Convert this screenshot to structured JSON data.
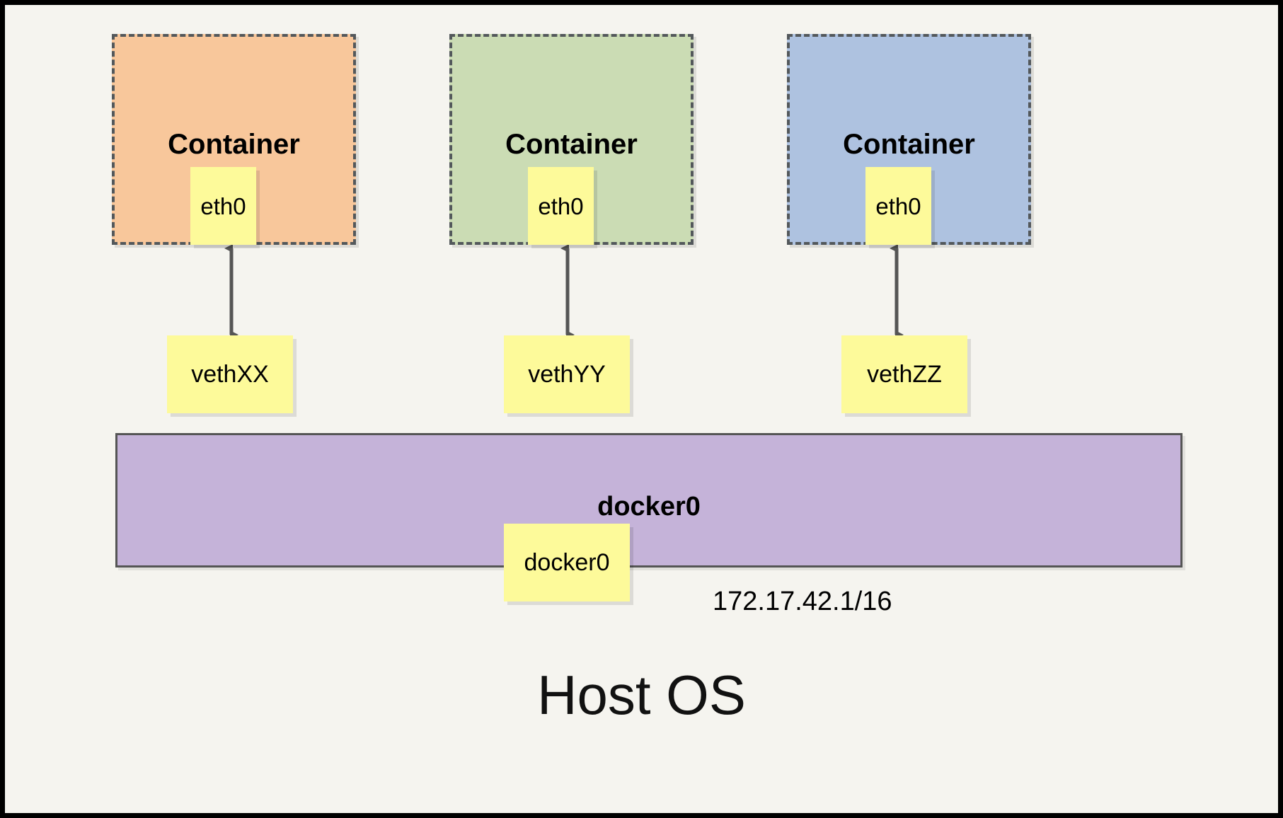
{
  "diagram": {
    "title_bottom": "Host OS",
    "background_color": "#f5f4ef",
    "frame_color": "#000000",
    "containers": [
      {
        "label": "Container",
        "fill_color": "#f8c79b",
        "border_style": "dashed",
        "border_color": "#53585b",
        "interface": {
          "label": "eth0",
          "fill_color": "#fdfa9a"
        }
      },
      {
        "label": "Container",
        "fill_color": "#cbdcb4",
        "border_style": "dashed",
        "border_color": "#53585b",
        "interface": {
          "label": "eth0",
          "fill_color": "#fdfa9a"
        }
      },
      {
        "label": "Container",
        "fill_color": "#aec2e0",
        "border_style": "dashed",
        "border_color": "#53585b",
        "interface": {
          "label": "eth0",
          "fill_color": "#fdfa9a"
        }
      }
    ],
    "veth_endpoints": [
      {
        "label": "vethXX",
        "fill_color": "#fdfa9a"
      },
      {
        "label": "vethYY",
        "fill_color": "#fdfa9a"
      },
      {
        "label": "vethZZ",
        "fill_color": "#fdfa9a"
      }
    ],
    "bridge": {
      "label": "docker0",
      "fill_color": "#c5b3d9",
      "border_color": "#555555",
      "interface": {
        "label": "docker0",
        "fill_color": "#fdfa9a"
      },
      "ip_address": "172.17.42.1/16"
    },
    "connectors": [
      {
        "from": "eth0",
        "to": "vethXX",
        "style": "double-headed-arrow",
        "color": "#555555"
      },
      {
        "from": "eth0",
        "to": "vethYY",
        "style": "double-headed-arrow",
        "color": "#555555"
      },
      {
        "from": "eth0",
        "to": "vethZZ",
        "style": "double-headed-arrow",
        "color": "#555555"
      }
    ]
  }
}
